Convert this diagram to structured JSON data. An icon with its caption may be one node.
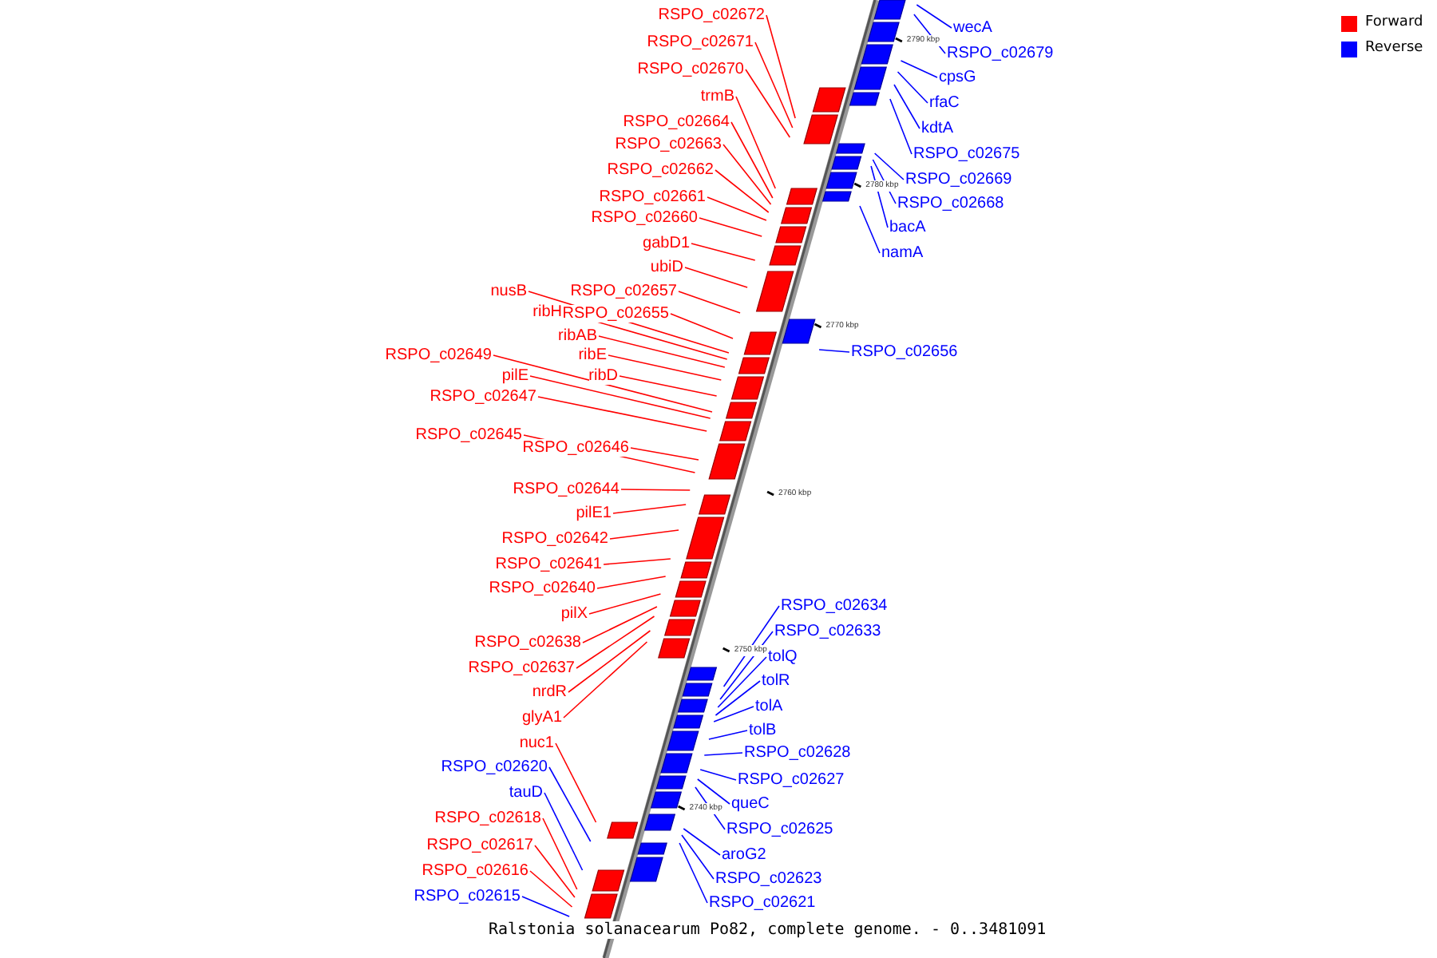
{
  "diagram": {
    "caption": "Ralstonia solanacearum Po82, complete genome. - 0..3481091",
    "nodes": [
      {
        "text": [
          "RSPO_c02672"
        ]
      },
      {
        "text": [
          "RSPO_c02671"
        ]
      },
      {
        "text": [
          "RSPO_c02670"
        ]
      },
      {
        "text": [
          "trmB"
        ]
      },
      {
        "text": [
          "RSPO_c02664"
        ]
      },
      {
        "text": [
          "RSPO_c02663"
        ]
      },
      {
        "text": [
          "RSPO_c02662"
        ]
      },
      {
        "text": [
          "RSPO_c02661"
        ]
      },
      {
        "text": [
          "RSPO_c02660"
        ]
      },
      {
        "text": [
          "gabD1"
        ]
      },
      {
        "text": [
          "ubiD"
        ]
      },
      {
        "text": [
          "nusB"
        ]
      },
      {
        "text": [
          "RSPO_c02657"
        ]
      },
      {
        "text": [
          "ribH"
        ]
      },
      {
        "text": [
          "RSPO_c02655"
        ]
      },
      {
        "text": [
          "ribAB"
        ]
      },
      {
        "text": [
          "ribE"
        ]
      },
      {
        "text": [
          "RSPO_c02649"
        ]
      },
      {
        "text": [
          "ribD"
        ]
      },
      {
        "text": [
          "pilE"
        ]
      },
      {
        "text": [
          "RSPO_c02647"
        ]
      },
      {
        "text": [
          "RSPO_c02645"
        ]
      },
      {
        "text": [
          "RSPO_c02646"
        ]
      },
      {
        "text": [
          "RSPO_c02644"
        ]
      },
      {
        "text": [
          "pilE1"
        ]
      },
      {
        "text": [
          "RSPO_c02642"
        ]
      },
      {
        "text": [
          "RSPO_c02641"
        ]
      },
      {
        "text": [
          "RSPO_c02640"
        ]
      },
      {
        "text": [
          "pilX"
        ]
      },
      {
        "text": [
          "RSPO_c02638"
        ]
      },
      {
        "text": [
          "RSPO_c02637"
        ]
      },
      {
        "text": [
          "nrdR"
        ]
      },
      {
        "text": [
          "glyA1"
        ]
      },
      {
        "text": [
          "nuc1"
        ]
      },
      {
        "text": [
          "RSPO_c02620"
        ]
      },
      {
        "text": [
          "tauD"
        ]
      },
      {
        "text": [
          "RSPO_c02618"
        ]
      },
      {
        "text": [
          "RSPO_c02617"
        ]
      },
      {
        "text": [
          "RSPO_c02616"
        ]
      },
      {
        "text": [
          "RSPO_c02615"
        ]
      },
      {
        "text": [
          "wecA"
        ]
      },
      {
        "text": [
          "RSPO_c02679"
        ]
      },
      {
        "text": [
          "cpsG"
        ]
      },
      {
        "text": [
          "rfaC"
        ]
      },
      {
        "text": [
          "kdtA"
        ]
      },
      {
        "text": [
          "RSPO_c02675"
        ]
      },
      {
        "text": [
          "RSPO_c02669"
        ]
      },
      {
        "text": [
          "RSPO_c02668"
        ]
      },
      {
        "text": [
          "bacA"
        ]
      },
      {
        "text": [
          "namA"
        ]
      },
      {
        "text": [
          "RSPO_c02656"
        ]
      },
      {
        "text": [
          "RSPO_c02634"
        ]
      },
      {
        "text": [
          "RSPO_c02633"
        ]
      },
      {
        "text": [
          "tolQ"
        ]
      },
      {
        "text": [
          "tolR"
        ]
      },
      {
        "text": [
          "tolA"
        ]
      },
      {
        "text": [
          "tolB"
        ]
      },
      {
        "text": [
          "RSPO_c02628"
        ]
      },
      {
        "text": [
          "RSPO_c02627"
        ]
      },
      {
        "text": [
          "queC"
        ]
      },
      {
        "text": [
          "RSPO_c02625"
        ]
      },
      {
        "text": [
          "aroG2"
        ]
      },
      {
        "text": [
          "RSPO_c02623"
        ]
      },
      {
        "text": [
          "RSPO_c02621"
        ]
      }
    ],
    "edges": [
      {
        "from": 0,
        "to": null,
        "arrow": "none"
      },
      {
        "from": 1,
        "to": null,
        "arrow": "none"
      },
      {
        "from": 2,
        "to": null,
        "arrow": "none"
      },
      {
        "from": 3,
        "to": null,
        "arrow": "none"
      },
      {
        "from": 4,
        "to": null,
        "arrow": "none"
      },
      {
        "from": 5,
        "to": null,
        "arrow": "none"
      },
      {
        "from": 6,
        "to": null,
        "arrow": "none"
      },
      {
        "from": 7,
        "to": null,
        "arrow": "none"
      },
      {
        "from": 8,
        "to": null,
        "arrow": "none"
      },
      {
        "from": 9,
        "to": null,
        "arrow": "none"
      },
      {
        "from": 10,
        "to": null,
        "arrow": "none"
      },
      {
        "from": 11,
        "to": null,
        "arrow": "none"
      },
      {
        "from": 12,
        "to": null,
        "arrow": "none"
      },
      {
        "from": 13,
        "to": null,
        "arrow": "none"
      },
      {
        "from": 14,
        "to": null,
        "arrow": "none"
      },
      {
        "from": 15,
        "to": null,
        "arrow": "none"
      },
      {
        "from": 16,
        "to": null,
        "arrow": "none"
      },
      {
        "from": 17,
        "to": null,
        "arrow": "none"
      },
      {
        "from": 18,
        "to": null,
        "arrow": "none"
      },
      {
        "from": 19,
        "to": null,
        "arrow": "none"
      },
      {
        "from": 20,
        "to": null,
        "arrow": "none"
      },
      {
        "from": 21,
        "to": null,
        "arrow": "none"
      },
      {
        "from": 22,
        "to": null,
        "arrow": "none"
      },
      {
        "from": 23,
        "to": null,
        "arrow": "none"
      },
      {
        "from": 24,
        "to": null,
        "arrow": "none"
      },
      {
        "from": 25,
        "to": null,
        "arrow": "none"
      },
      {
        "from": 26,
        "to": null,
        "arrow": "none"
      },
      {
        "from": 27,
        "to": null,
        "arrow": "none"
      },
      {
        "from": 28,
        "to": null,
        "arrow": "none"
      },
      {
        "from": 29,
        "to": null,
        "arrow": "none"
      },
      {
        "from": 30,
        "to": null,
        "arrow": "none"
      },
      {
        "from": 31,
        "to": null,
        "arrow": "none"
      },
      {
        "from": 32,
        "to": null,
        "arrow": "none"
      },
      {
        "from": 33,
        "to": null,
        "arrow": "none"
      },
      {
        "from": 34,
        "to": null,
        "arrow": "none",
        "color": "#0000ff"
      },
      {
        "from": 35,
        "to": null,
        "arrow": "none",
        "color": "#0000ff"
      },
      {
        "from": 36,
        "to": null,
        "arrow": "none"
      },
      {
        "from": 37,
        "to": null,
        "arrow": "none"
      },
      {
        "from": 38,
        "to": null,
        "arrow": "none"
      },
      {
        "from": 39,
        "to": null,
        "arrow": "none",
        "color": "#0000ff"
      },
      {
        "from": 40,
        "to": null,
        "arrow": "none",
        "color": "#0000ff"
      },
      {
        "from": 41,
        "to": null,
        "arrow": "none",
        "color": "#0000ff"
      },
      {
        "from": 42,
        "to": null,
        "arrow": "none",
        "color": "#0000ff"
      },
      {
        "from": 43,
        "to": null,
        "arrow": "none",
        "color": "#0000ff"
      },
      {
        "from": 44,
        "to": null,
        "arrow": "none",
        "color": "#0000ff"
      },
      {
        "from": 45,
        "to": null,
        "arrow": "none",
        "color": "#0000ff"
      },
      {
        "from": 46,
        "to": null,
        "arrow": "none",
        "color": "#0000ff"
      },
      {
        "from": 47,
        "to": null,
        "arrow": "none",
        "color": "#0000ff"
      },
      {
        "from": 48,
        "to": null,
        "arrow": "none",
        "color": "#0000ff"
      },
      {
        "from": 49,
        "to": null,
        "arrow": "none",
        "color": "#0000ff"
      },
      {
        "from": 50,
        "to": null,
        "arrow": "none",
        "color": "#0000ff"
      },
      {
        "from": 51,
        "to": null,
        "arrow": "none",
        "color": "#0000ff"
      },
      {
        "from": 52,
        "to": null,
        "arrow": "none",
        "color": "#0000ff"
      },
      {
        "from": 53,
        "to": null,
        "arrow": "none",
        "color": "#0000ff"
      },
      {
        "from": 54,
        "to": null,
        "arrow": "none",
        "color": "#0000ff"
      },
      {
        "from": 55,
        "to": null,
        "arrow": "none",
        "color": "#0000ff"
      },
      {
        "from": 56,
        "to": null,
        "arrow": "none",
        "color": "#0000ff"
      },
      {
        "from": 57,
        "to": null,
        "arrow": "none",
        "color": "#0000ff"
      },
      {
        "from": 58,
        "to": null,
        "arrow": "none",
        "color": "#0000ff"
      },
      {
        "from": 59,
        "to": null,
        "arrow": "none",
        "color": "#0000ff"
      },
      {
        "from": 60,
        "to": null,
        "arrow": "none",
        "color": "#0000ff"
      },
      {
        "from": 61,
        "to": null,
        "arrow": "none",
        "color": "#0000ff"
      },
      {
        "from": 62,
        "to": null,
        "arrow": "none",
        "color": "#0000ff"
      },
      {
        "from": 63,
        "to": null,
        "arrow": "none",
        "color": "#0000ff"
      }
    ],
    "labels": [
      "2790 kbp",
      "2780 kbp",
      "2770 kbp",
      "2760 kbp",
      "2750 kbp",
      "2740 kbp"
    ],
    "legend": [
      {
        "text": "Forward",
        "color": "#ff0000"
      },
      {
        "text": "Reverse",
        "color": "#0000ff"
      }
    ]
  }
}
